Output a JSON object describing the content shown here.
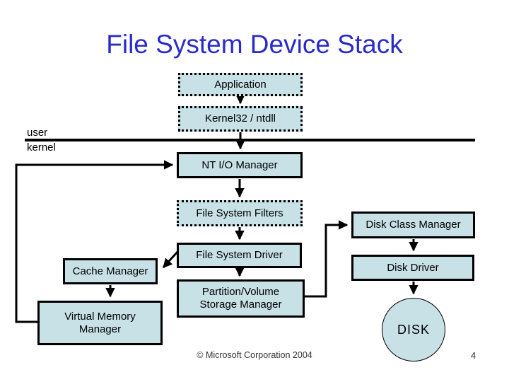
{
  "slide": {
    "title": "File System Device Stack",
    "footer": "© Microsoft Corporation 2004",
    "page_number": "4"
  },
  "boundary": {
    "upper_label": "user",
    "lower_label": "kernel"
  },
  "colors": {
    "title_blue": "#2B2BCC",
    "box_fill": "#C8E1E6",
    "line_black": "#000000",
    "footer_gray": "#333333"
  },
  "diagram": {
    "nodes": {
      "application": {
        "label": "Application",
        "border": "dotted"
      },
      "kernel32": {
        "label": "Kernel32 / ntdll",
        "border": "dotted"
      },
      "nt_io_manager": {
        "label": "NT I/O Manager",
        "border": "solid"
      },
      "file_system_filters": {
        "label": "File System Filters",
        "border": "dotted"
      },
      "file_system_driver": {
        "label": "File System Driver",
        "border": "solid"
      },
      "partition_volume_storage_manager": {
        "label": "Partition/Volume Storage Manager",
        "border": "solid"
      },
      "cache_manager": {
        "label": "Cache Manager",
        "border": "solid"
      },
      "virtual_memory_manager": {
        "label": "Virtual Memory Manager",
        "border": "solid"
      },
      "disk_class_manager": {
        "label": "Disk Class Manager",
        "border": "solid"
      },
      "disk_driver": {
        "label": "Disk Driver",
        "border": "solid"
      },
      "disk": {
        "label": "DISK",
        "shape": "circle"
      }
    },
    "edges": [
      {
        "from": "application",
        "to": "kernel32"
      },
      {
        "from": "kernel32",
        "to": "nt_io_manager"
      },
      {
        "from": "nt_io_manager",
        "to": "file_system_filters"
      },
      {
        "from": "file_system_filters",
        "to": "file_system_driver"
      },
      {
        "from": "file_system_driver",
        "to": "partition_volume_storage_manager"
      },
      {
        "from": "file_system_driver",
        "to": "cache_manager"
      },
      {
        "from": "cache_manager",
        "to": "virtual_memory_manager"
      },
      {
        "from": "virtual_memory_manager",
        "to": "nt_io_manager"
      },
      {
        "from": "partition_volume_storage_manager",
        "to": "disk_class_manager"
      },
      {
        "from": "disk_class_manager",
        "to": "disk_driver"
      },
      {
        "from": "disk_driver",
        "to": "disk"
      }
    ]
  }
}
